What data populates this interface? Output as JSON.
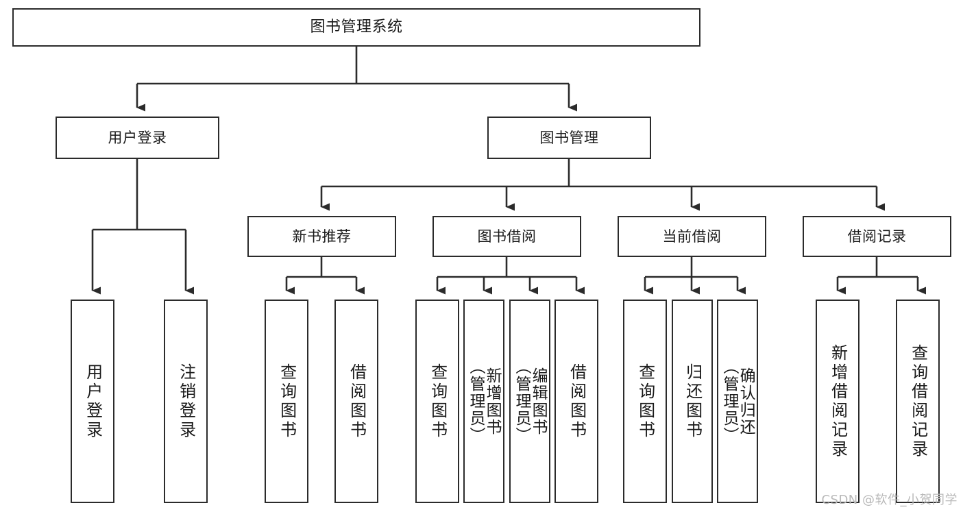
{
  "diagram": {
    "title": "图书管理系统",
    "type": "tree-hierarchy",
    "watermark": "CSDN @软件_小贺同学",
    "colors": {
      "box_stroke": "#2b2b2b",
      "box_fill": "#ffffff",
      "connector": "#2b2b2b",
      "text": "#1a1a1a",
      "watermark": "#b9b9b9",
      "background": "#ffffff"
    },
    "levels": {
      "root": {
        "label": "图书管理系统"
      },
      "level1": [
        {
          "label": "用户登录"
        },
        {
          "label": "图书管理"
        }
      ],
      "level2": [
        {
          "label": "新书推荐"
        },
        {
          "label": "图书借阅"
        },
        {
          "label": "当前借阅"
        },
        {
          "label": "借阅记录"
        }
      ],
      "level3": {
        "user_login_children": [
          {
            "label": "用户登录"
          },
          {
            "label": "注销登录"
          }
        ],
        "new_book_children": [
          {
            "label": "查询图书"
          },
          {
            "label": "借阅图书"
          }
        ],
        "book_borrow_children": [
          {
            "label": "查询图书"
          },
          {
            "label": "新增图书\n（管理员）"
          },
          {
            "label": "编辑图书\n（管理员）"
          },
          {
            "label": "借阅图书"
          }
        ],
        "current_borrow_children": [
          {
            "label": "查询图书"
          },
          {
            "label": "归还图书"
          },
          {
            "label": "确认归还\n（管理员）"
          }
        ],
        "borrow_record_children": [
          {
            "label": "新增借阅记录"
          },
          {
            "label": "查询借阅记录"
          }
        ]
      }
    }
  }
}
